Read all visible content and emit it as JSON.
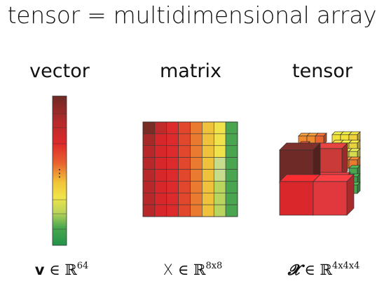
{
  "title": "tensor = multidimensional array",
  "panels": {
    "vector": {
      "label": "vector",
      "symbol": "v",
      "member": "∈",
      "space": "ℝ",
      "dims": "64",
      "dots": "⋮"
    },
    "matrix": {
      "label": "matrix",
      "symbol": "X",
      "member": "∈",
      "space": "ℝ",
      "dims": "8x8"
    },
    "tensor": {
      "label": "tensor",
      "symbol": "𝓧",
      "member": "∈",
      "space": "ℝ",
      "dims": "4x4x4"
    }
  },
  "colors": {
    "dark_red": "#7a2a22",
    "red": "#d9272b",
    "orange": "#ef8a2e",
    "yellow": "#f2e13a",
    "light_green": "#c7dd8e",
    "green": "#3fa24a"
  }
}
